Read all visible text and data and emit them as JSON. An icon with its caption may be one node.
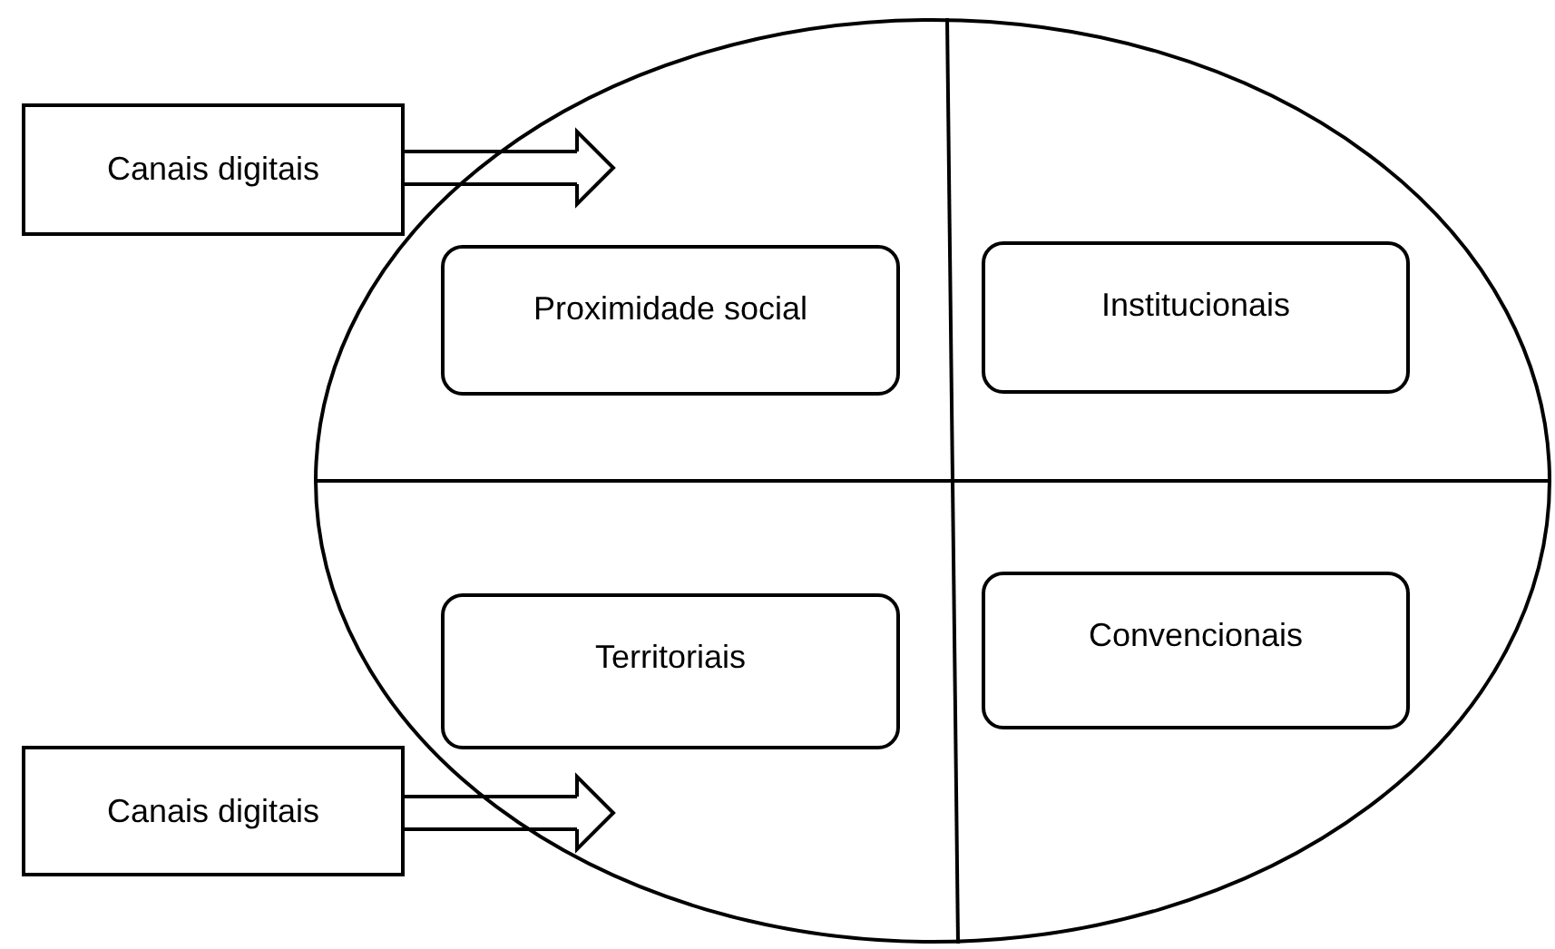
{
  "diagram": {
    "nodes": [
      {
        "text": [],
        "shape": "ellipse"
      },
      {
        "text": [
          "Proximidade social"
        ],
        "in": 0
      },
      {
        "text": [
          "Institucionais"
        ],
        "in": 0
      },
      {
        "text": [
          "Territoriais"
        ],
        "in": 0
      },
      {
        "text": [
          "Convencionais"
        ],
        "in": 0
      },
      {
        "text": [
          "Canais digitais"
        ]
      },
      {
        "text": [
          "Canais digitais"
        ]
      }
    ],
    "edges": [
      {
        "from": 5,
        "to": 1,
        "arrow": "to"
      },
      {
        "from": 6,
        "to": 3,
        "arrow": "to"
      }
    ]
  }
}
